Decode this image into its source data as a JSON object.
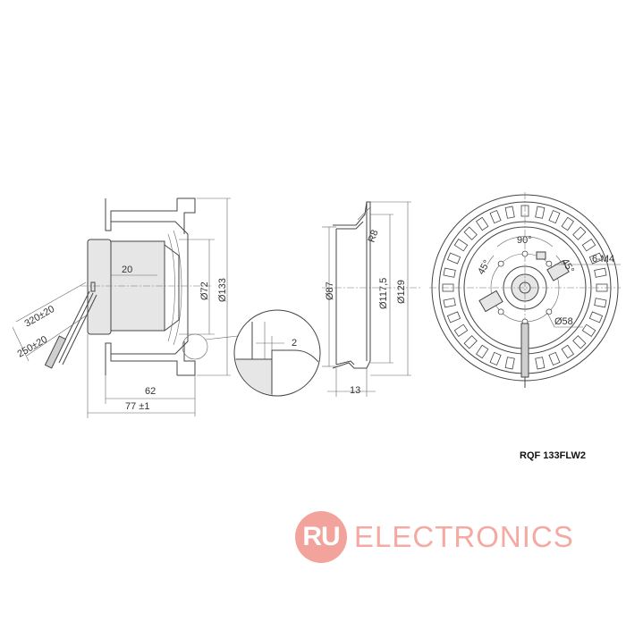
{
  "model": "RQF 133FLW2",
  "watermark": {
    "badge": "RU",
    "text": "ELECTRONICS"
  },
  "side_view": {
    "dims": {
      "cable_long": "320±20",
      "cable_short": "250±20",
      "hub_depth": "20",
      "d_hub": "Ø72",
      "d_outer": "Ø133",
      "depth": "62",
      "overall": "77 ±1"
    }
  },
  "detail": {
    "gap": "2"
  },
  "ring_view": {
    "dims": {
      "radius": "R8",
      "d_inner": "Ø87",
      "d_mid": "Ø117,5",
      "d_outer": "Ø129",
      "width": "13"
    }
  },
  "front_view": {
    "dims": {
      "angle_top": "90°",
      "angle_left": "45°",
      "angle_right": "45°",
      "holes": "6-M4",
      "pcd": "Ø58"
    },
    "blade_count": 32
  }
}
